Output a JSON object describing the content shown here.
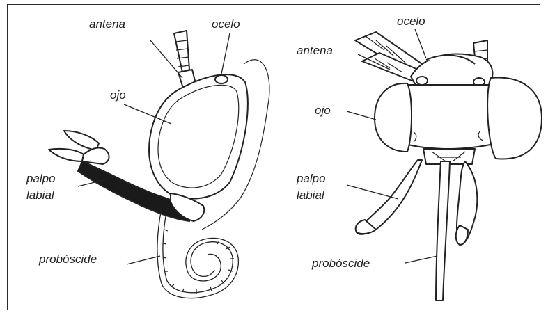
{
  "figure": {
    "left": {
      "labels": {
        "antenna": "antena",
        "ocellus": "ocelo",
        "eye": "ojo",
        "palp_line1": "palpo",
        "palp_line2": "labial",
        "proboscis": "probóscide"
      }
    },
    "right": {
      "labels": {
        "ocellus": "ocelo",
        "antenna": "antena",
        "eye": "ojo",
        "palp_line1": "palpo",
        "palp_line2": "labial",
        "proboscis": "probóscide"
      }
    }
  }
}
